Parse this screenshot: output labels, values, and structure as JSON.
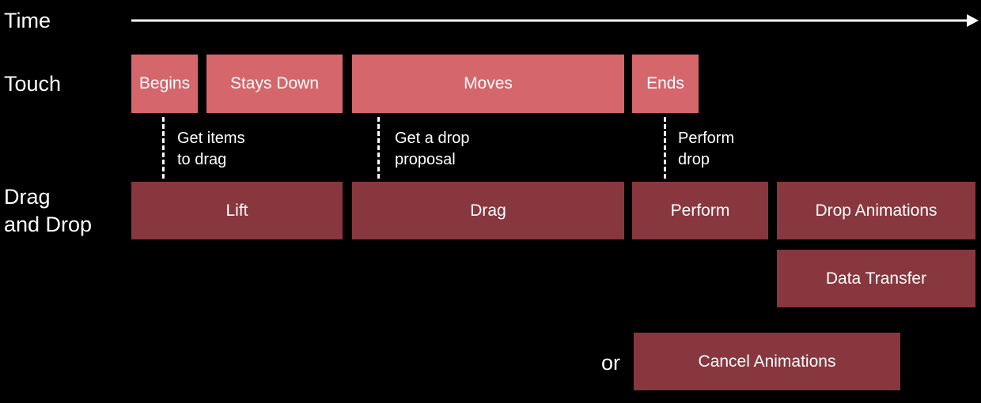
{
  "colors": {
    "background": "#000000",
    "touch_block": "#d4666c",
    "dnd_block": "#88373e",
    "text": "#ffffff"
  },
  "rows": {
    "time": "Time",
    "touch": "Touch",
    "dnd_line1": "Drag",
    "dnd_line2": "and Drop"
  },
  "touch_phases": {
    "begins": "Begins",
    "stays_down": "Stays Down",
    "moves": "Moves",
    "ends": "Ends"
  },
  "callbacks": {
    "get_items": [
      "Get items",
      "to drag"
    ],
    "drop_proposal": [
      "Get a drop",
      "proposal"
    ],
    "perform_drop": [
      "Perform",
      "drop"
    ]
  },
  "dnd_phases": {
    "lift": "Lift",
    "drag": "Drag",
    "perform": "Perform",
    "drop_animations": "Drop Animations",
    "data_transfer": "Data Transfer",
    "cancel_animations": "Cancel Animations"
  },
  "alternative_word": "or",
  "icons": {
    "timeline": "right-arrow-icon"
  }
}
